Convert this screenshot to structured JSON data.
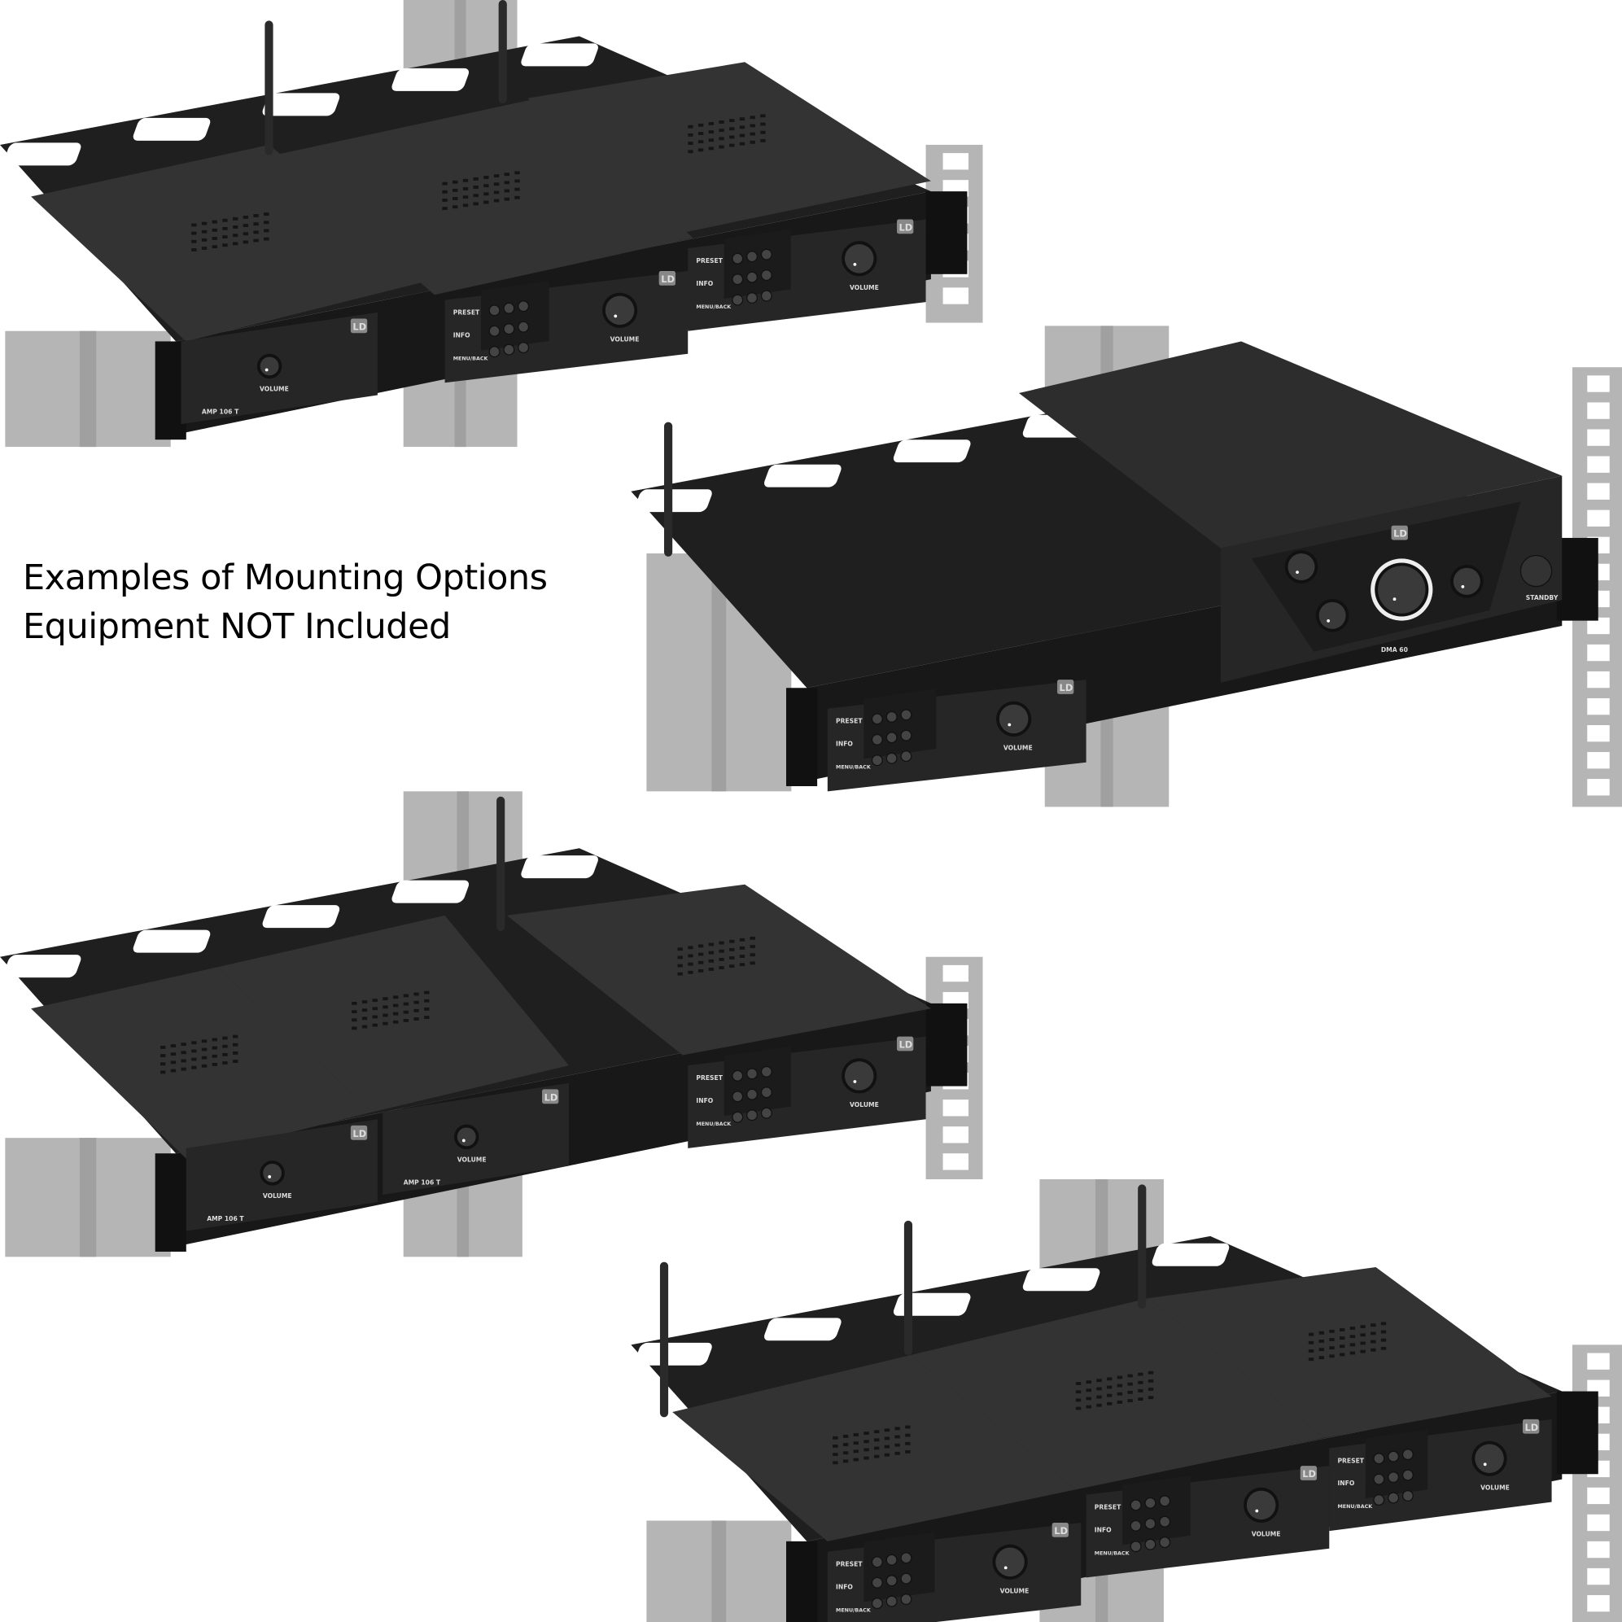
{
  "caption": {
    "line1": "Examples of Mounting Options",
    "line2": "Equipment NOT Included"
  },
  "device_labels": {
    "brand": "LD",
    "volume": "VOLUME",
    "preset": "PRESET",
    "info": "INFO",
    "menu_back": "MENU/BACK",
    "amp_model": "AMP 106 T",
    "mixer_model": "DMA 60",
    "standby": "STANDBY"
  },
  "colors": {
    "background": "#ffffff",
    "device_body": "#2e2e2e",
    "shelf": "#1f1f1f",
    "rack_post": "#b5b5b5",
    "text": "#000000"
  },
  "scenes": [
    {
      "name": "scene-shelf-three-units-top",
      "devices": [
        "half-rack-media-player",
        "half-rack-media-player",
        "amp-106-t"
      ]
    },
    {
      "name": "scene-shelf-mixer-amp",
      "devices": [
        "dma-60-mixer-amp",
        "half-rack-media-player"
      ]
    },
    {
      "name": "scene-shelf-two-amps-player",
      "devices": [
        "amp-106-t",
        "amp-106-t",
        "half-rack-media-player"
      ]
    },
    {
      "name": "scene-shelf-three-players",
      "devices": [
        "half-rack-media-player",
        "half-rack-media-player",
        "half-rack-media-player"
      ]
    }
  ]
}
